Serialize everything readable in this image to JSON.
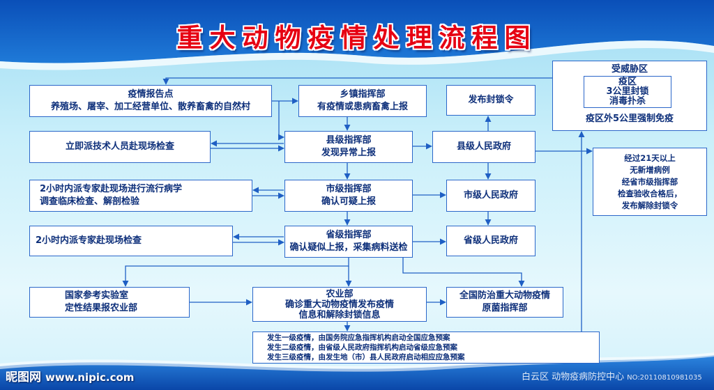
{
  "title": "重大动物疫情处理流程图",
  "nodes": {
    "report_point": {
      "title": "疫情报告点",
      "detail": "养殖场、屠宰、加工经营单位、散养畜禽的自然村"
    },
    "township_hq": {
      "title": "乡镇指挥部",
      "detail": "有疫情或患病畜禽上报"
    },
    "lockdown_order": {
      "title": "发布封锁令"
    },
    "threat_zone": {
      "title": "受威胁区",
      "inner": [
        "疫区",
        "3公里封锁",
        "消毒扑杀"
      ],
      "footer": "疫区外5公里强制免疫"
    },
    "tech_inspection": {
      "title": "立即派技术人员赴现场检查"
    },
    "county_hq": {
      "title": "县级指挥部",
      "detail": "发现异常上报"
    },
    "county_gov": {
      "title": "县级人民政府"
    },
    "lift_lockdown": {
      "lines": [
        "经过21天以上",
        "无新增病例",
        "经省市级指挥部",
        "检查验收合格后，",
        "发布解除封锁令"
      ]
    },
    "epidemiology_team": {
      "lines": [
        "2小时内派专家赴现场进行流行病学",
        "调查临床检查、解剖检验"
      ]
    },
    "city_hq": {
      "title": "市级指挥部",
      "detail": "确认可疑上报"
    },
    "city_gov": {
      "title": "市级人民政府"
    },
    "expert_inspection": {
      "title": "2小时内派专家赴现场检查"
    },
    "province_hq": {
      "title": "省级指挥部",
      "detail": "确认疑似上报，采集病料送检"
    },
    "province_gov": {
      "title": "省级人民政府"
    },
    "national_lab": {
      "title": "国家参考实验室",
      "detail": "定性结果报农业部"
    },
    "ministry": {
      "title": "农业部",
      "lines": [
        "确诊重大动物疫情发布疫情",
        "信息和解除封锁信息"
      ]
    },
    "national_hq": {
      "lines": [
        "全国防治重大动物疫情",
        "原菌指挥部"
      ]
    },
    "emergency_plans": {
      "lines": [
        "发生一级疫情，由国务院应急指挥机构启动全国应急预案",
        "发生二级疫情，由省级人民政府指挥机构启动省级应急预案",
        "发生三级疫情，由发生地（市）县人民政府启动相应应急预案"
      ]
    }
  },
  "watermark": {
    "site": "昵图网",
    "url": "www.nipic.com",
    "owner": "白云区 动物疫病防控中心",
    "id": "NO:20110810981035"
  },
  "colors": {
    "title": "#e60012",
    "box_border": "#2a66c9",
    "box_text": "#0d2f7a",
    "arrow": "#1f5fc4",
    "header_blue": "#0b57c0",
    "body_cyan": "#bfe9f7"
  }
}
